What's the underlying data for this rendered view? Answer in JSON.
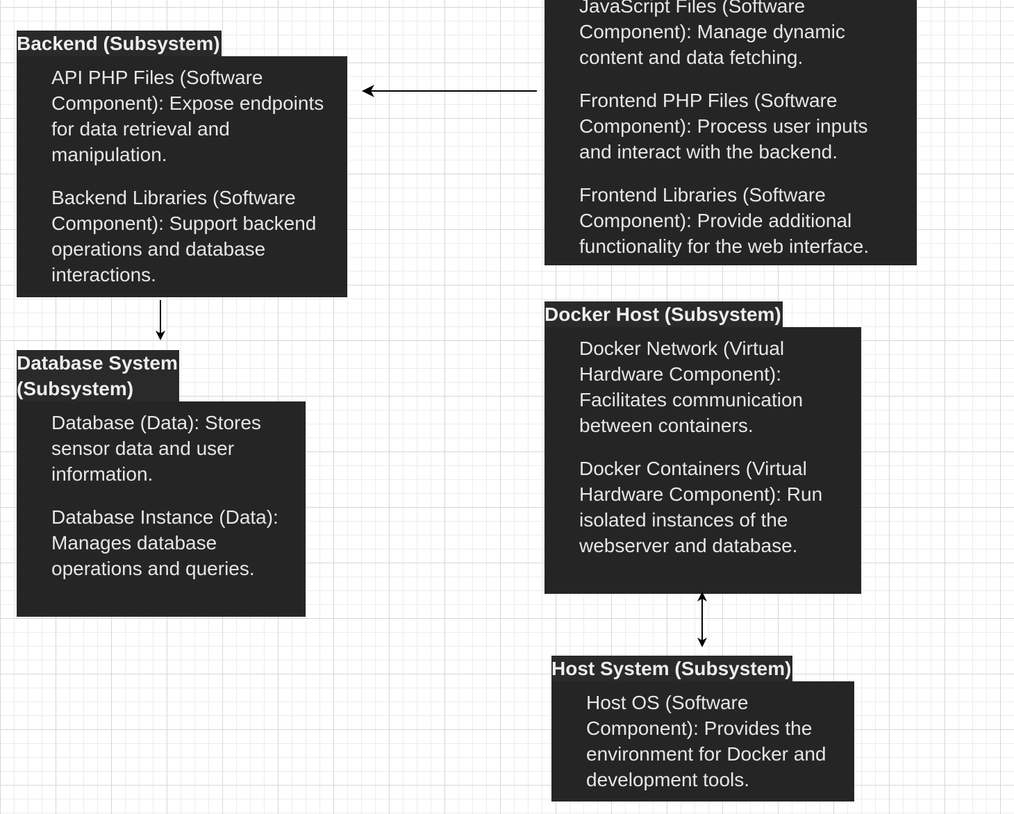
{
  "frontend": {
    "items": [
      "JavaScript Files (Software Component): Manage dynamic content and data fetching.",
      "Frontend PHP Files (Software Component): Process user inputs and interact with the backend.",
      "Frontend Libraries (Software Component): Provide additional functionality for the web interface."
    ]
  },
  "backend": {
    "title": "Backend (Subsystem)",
    "items": [
      "API PHP Files (Software Component): Expose endpoints for data retrieval and manipulation.",
      "Backend Libraries (Software Component): Support backend operations and database interactions."
    ]
  },
  "database": {
    "title": "Database System \n(Subsystem)",
    "items": [
      "Database (Data): Stores sensor data and user information.",
      "Database Instance (Data): Manages database operations and queries."
    ]
  },
  "docker_host": {
    "title": "Docker Host (Subsystem)",
    "items": [
      "Docker Network (Virtual Hardware Component): Facilitates communication between containers.",
      "Docker Containers (Virtual Hardware Component): Run isolated instances of the webserver and database."
    ]
  },
  "host_system": {
    "title": "Host System (Subsystem)",
    "items": [
      "Host OS (Software Component): Provides the environment for Docker and development tools."
    ]
  },
  "colors": {
    "box_fill": "#252525",
    "title_fill": "#2a2a2a",
    "text": "#e6e6e6",
    "arrow": "#000000",
    "canvas": "#ffffff",
    "grid": "#d6d6d6"
  }
}
